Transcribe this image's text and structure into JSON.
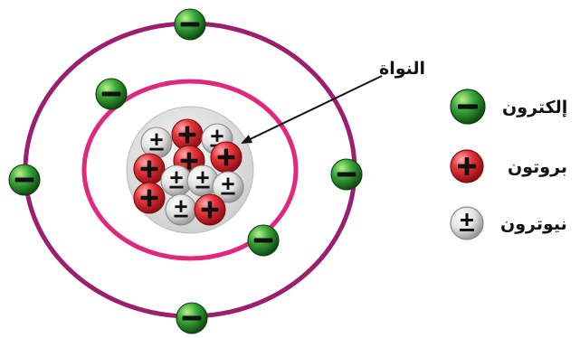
{
  "labels": {
    "nucleus": "النواة"
  },
  "legend": [
    {
      "name": "electron",
      "label": "إلكترون",
      "symbol": "−"
    },
    {
      "name": "proton",
      "label": "بروتون",
      "symbol": "+"
    },
    {
      "name": "neutron",
      "label": "نيوترون",
      "symbol": "±"
    }
  ],
  "colors": {
    "outer_orbit": "#9c1f6e",
    "inner_orbit": "#e0287f",
    "electron": "#2e8b2e",
    "proton": "#e0282d",
    "neutron": "#d8d8d8",
    "nucleus_bg": "#e8e8e8",
    "arrow": "#111111"
  },
  "counts": {
    "electrons": 6,
    "protons": 6,
    "neutrons": 6
  }
}
